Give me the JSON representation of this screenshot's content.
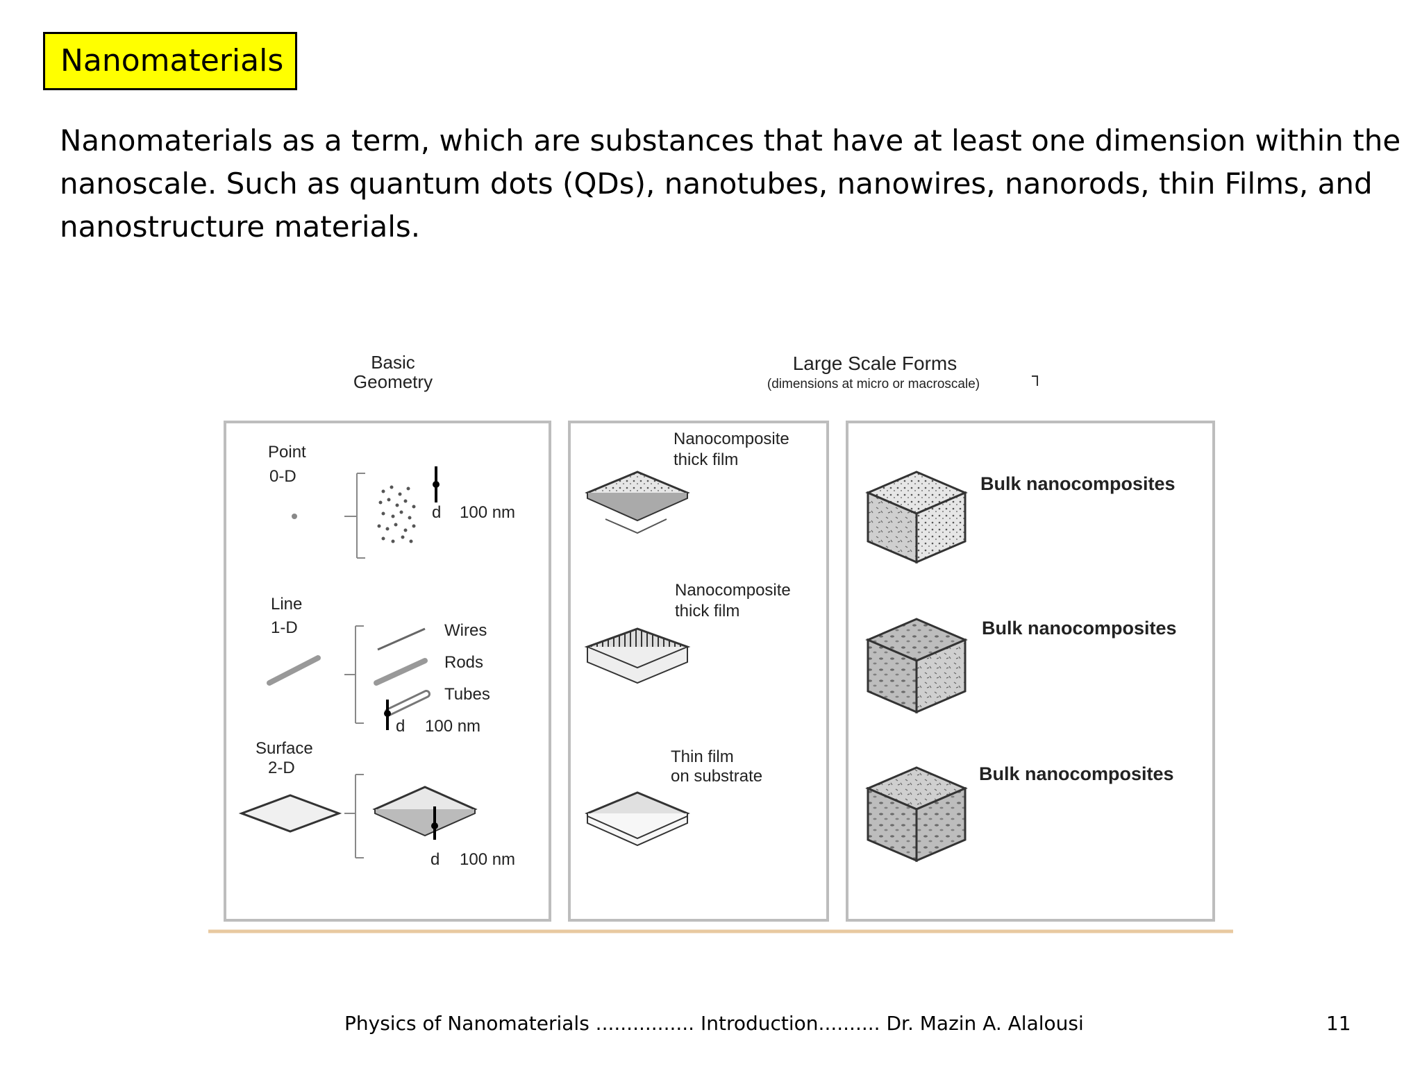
{
  "slide": {
    "title": "Nanomaterials",
    "paragraph": "Nanomaterials as a term, which are substances that have at least one dimension within the nanoscale. Such as quantum dots (QDs), nanotubes, nanowires, nanorods, thin Films, and nanostructure materials.",
    "footer": "Physics of Nanomaterials ................ Introduction.......... Dr. Mazin A. Alalousi",
    "page_number": "11"
  },
  "figure": {
    "col1_header_line1": "Basic",
    "col1_header_line2": "Geometry",
    "col2_header_line1": "Large Scale Forms",
    "col2_header_line2": "(dimensions at micro or macroscale)",
    "point_label": "Point",
    "point_dim": "0-D",
    "line_label": "Line",
    "line_dim": "1-D",
    "surface_label": "Surface",
    "surface_dim": "2-D",
    "d": "d",
    "nm100": "100 nm",
    "wires": "Wires",
    "rods": "Rods",
    "tubes": "Tubes",
    "thick_film_1a": "Nanocomposite",
    "thick_film_1b": "thick film",
    "thick_film_2a": "Nanocomposite",
    "thick_film_2b": "thick film",
    "thin_film_a": "Thin film",
    "thin_film_b": "on substrate",
    "bulk_1": "Bulk nanocomposites",
    "bulk_2": "Bulk nanocomposites",
    "bulk_3": "Bulk nanocomposites"
  },
  "colors": {
    "title_bg": "#ffff00",
    "panel_border": "#bdbdbd",
    "baseline": "#e8c9a0"
  }
}
